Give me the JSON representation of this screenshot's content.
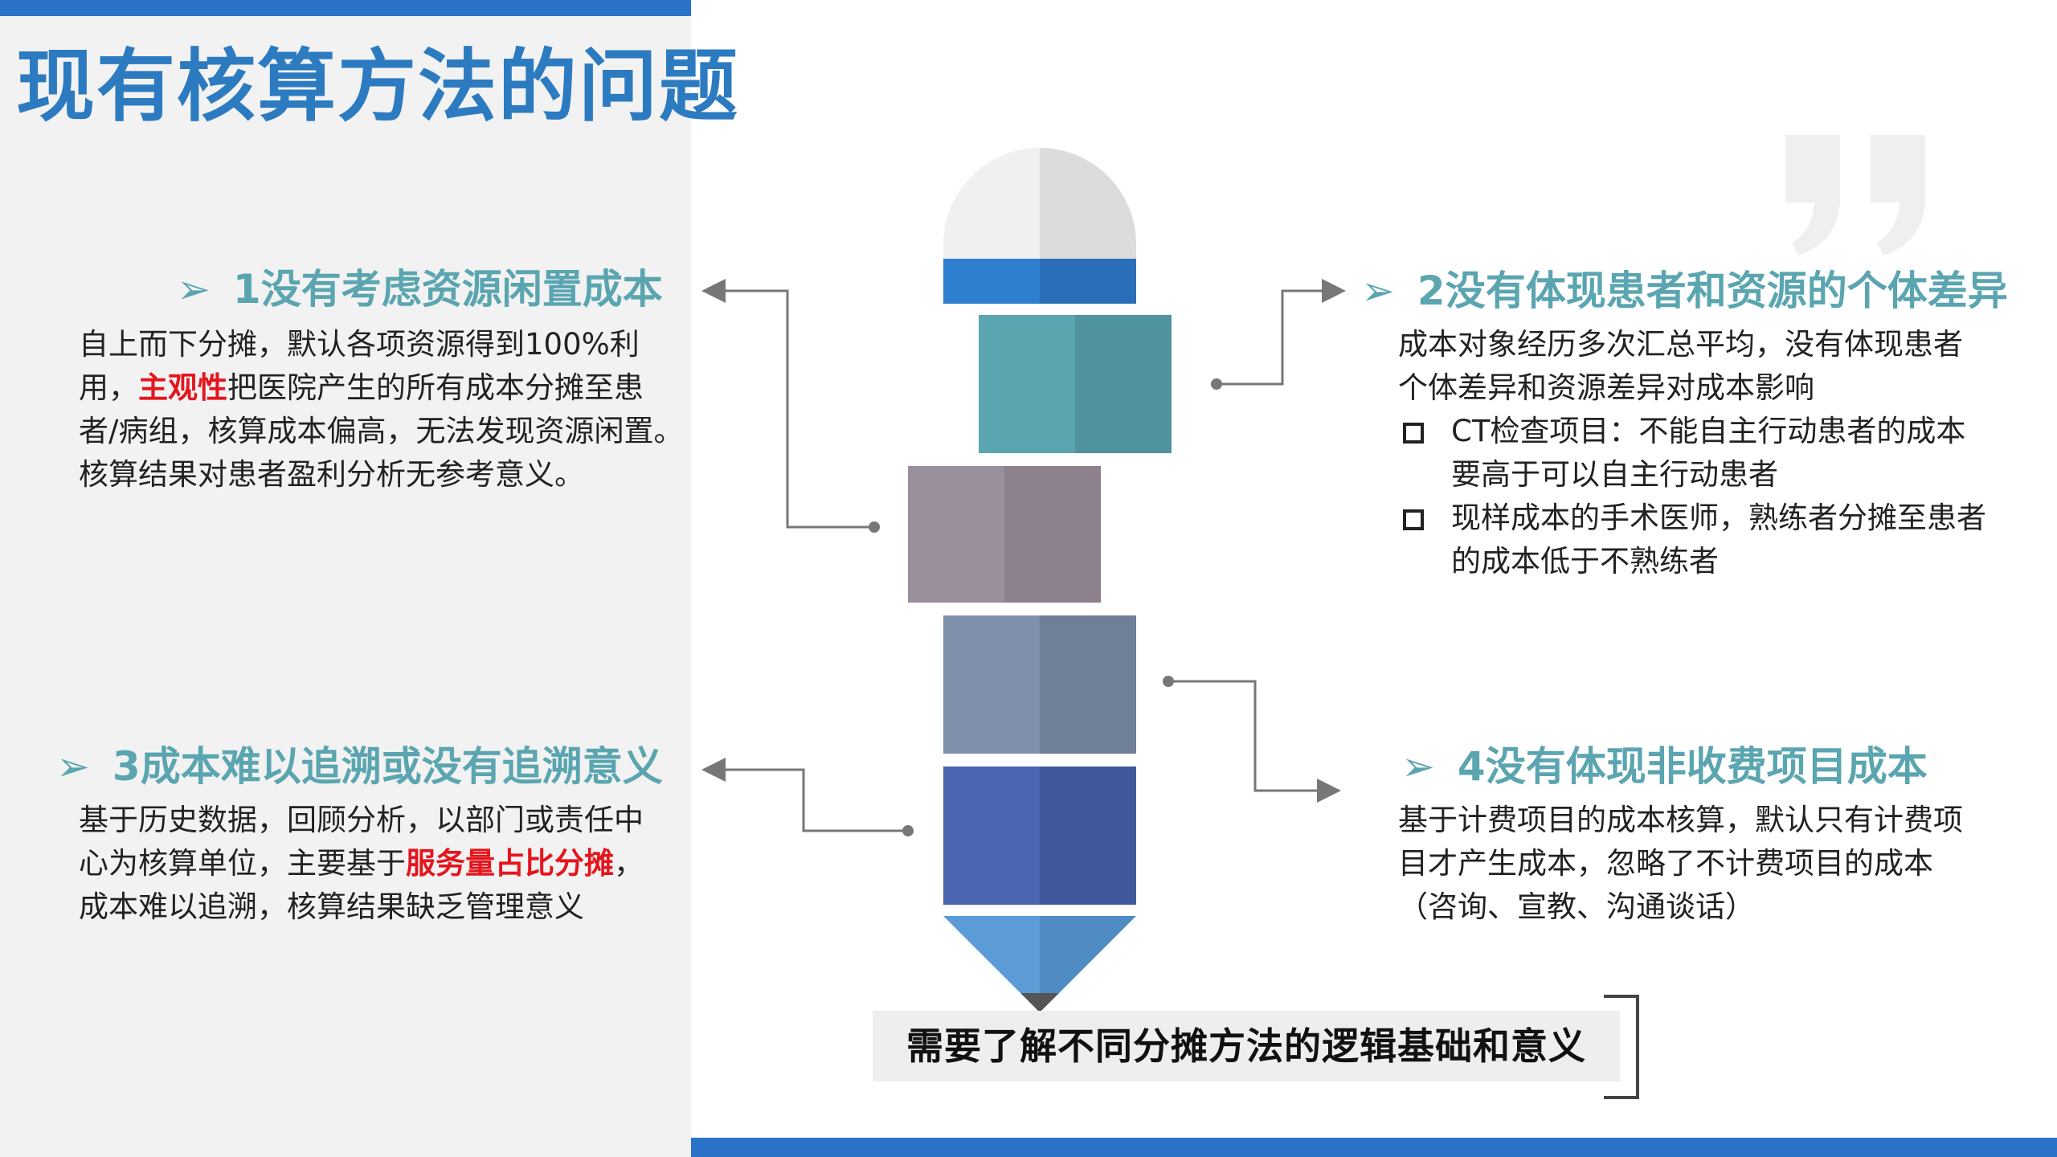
{
  "title": "现有核算方法的问题",
  "colors": {
    "accent_blue": "#2a73c8",
    "title_blue": "#2c7bc0",
    "heading_teal": "#5aa5b0",
    "highlight_red": "#e5151d"
  },
  "sections": {
    "s1": {
      "heading": "1没有考虑资源闲置成本",
      "line1": "自上而下分摊，默认各项资源得到100%利",
      "line2_pre": "用，",
      "line2_red": "主观性",
      "line2_post": "把医院产生的所有成本分摊至患",
      "line3": "者/病组，核算成本偏高，无法发现资源闲置。",
      "line4": "核算结果对患者盈利分析无参考意义。"
    },
    "s2": {
      "heading": "2没有体现患者和资源的个体差异",
      "line1": "成本对象经历多次汇总平均，没有体现患者",
      "line2": "个体差异和资源差异对成本影响",
      "bullets": [
        {
          "line1": "CT检查项目：不能自主行动患者的成本",
          "line2": "要高于可以自主行动患者"
        },
        {
          "line1": "现样成本的手术医师，熟练者分摊至患者",
          "line2": "的成本低于不熟练者"
        }
      ]
    },
    "s3": {
      "heading": "3成本难以追溯或没有追溯意义",
      "line1": "基于历史数据，回顾分析，以部门或责任中",
      "line2_pre": "心为核算单位，主要基于",
      "line2_red": "服务量占比分摊",
      "line2_post": "，",
      "line3": "成本难以追溯，核算结果缺乏管理意义"
    },
    "s4": {
      "heading": "4没有体现非收费项目成本",
      "line1": "基于计费项目的成本核算，默认只有计费项",
      "line2": "目才产生成本，忽略了不计费项目的成本",
      "line3": "（咨询、宣教、沟通谈话）"
    }
  },
  "callout": "需要了解不同分摊方法的逻辑基础和意义",
  "icons": {
    "heading_arrow": "➢",
    "quote": "closing-quote-icon"
  }
}
